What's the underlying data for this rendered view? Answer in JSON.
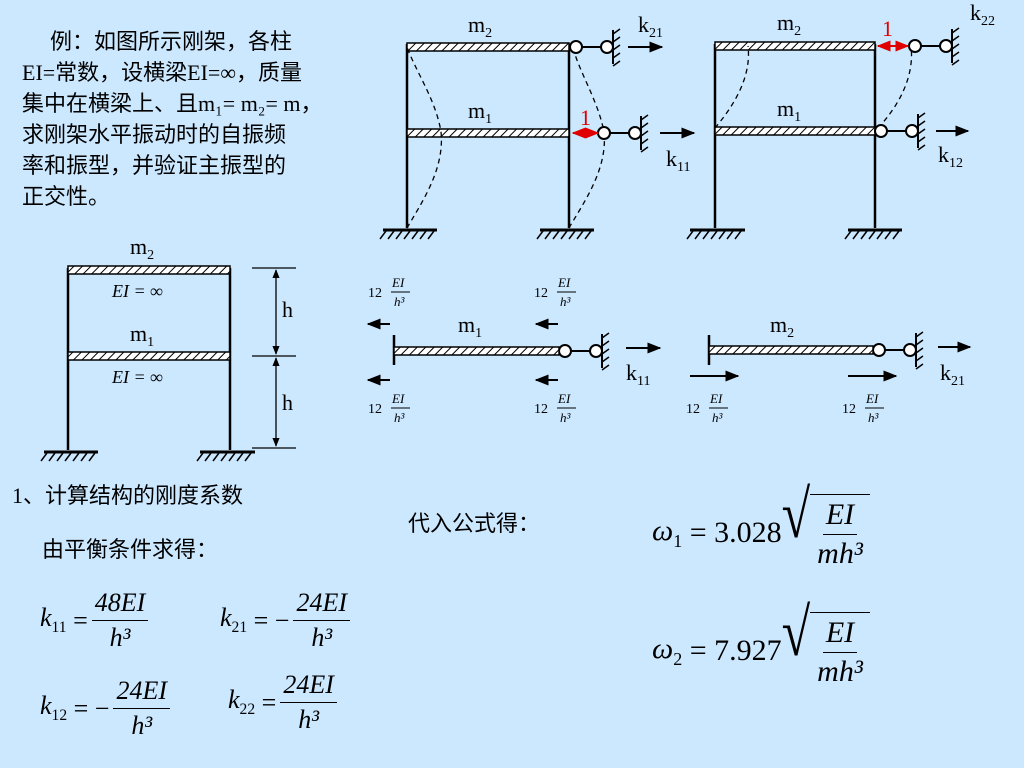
{
  "intro": {
    "lines": [
      "例：如图所示刚架，各柱",
      "EI=常数，设横梁EI=∞，质量",
      "集中在横梁上、且m₁= m₂= m，",
      "求刚架水平振动时的自振频",
      "率和振型，并验证主振型的",
      "正交性。"
    ]
  },
  "labels": {
    "m2": "m",
    "m1": "m",
    "sub1": "1",
    "sub2": "2",
    "k": "k",
    "k11s": "11",
    "k21s": "21",
    "k12s": "12",
    "k22s": "22",
    "unit_disp": "1",
    "ei_inf": "EI = ∞",
    "h": "h",
    "twelve": "12",
    "EI": "EI",
    "h3": "h³"
  },
  "section": {
    "title": "1、计算结构的刚度系数",
    "equilibrium": "由平衡条件求得：",
    "substitute": "代入公式得："
  },
  "coefficients": {
    "k11_num": "48EI",
    "k11_den": "h³",
    "k11_sign": "=",
    "k21_num": "24EI",
    "k21_den": "h³",
    "k21_sign": "= −",
    "k12_num": "24EI",
    "k12_den": "h³",
    "k12_sign": "= −",
    "k22_num": "24EI",
    "k22_den": "h³",
    "k22_sign": "="
  },
  "frequencies": {
    "w1_coef": "3.028",
    "w2_coef": "7.927",
    "num": "EI",
    "den": "mh³"
  },
  "colors": {
    "background": "#cce8ff",
    "highlight": "#e00000"
  }
}
